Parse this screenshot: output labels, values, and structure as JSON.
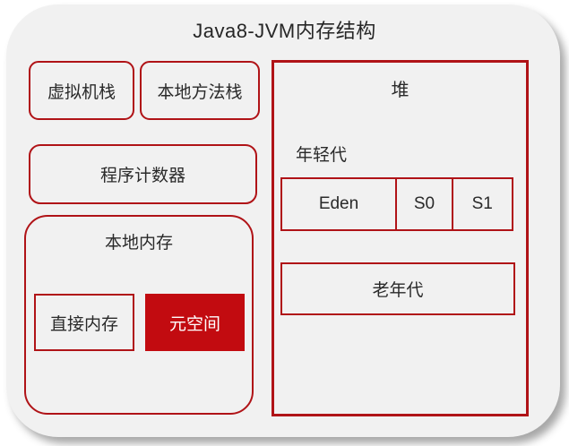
{
  "title": "Java8-JVM内存结构",
  "colors": {
    "border_red": "#b01317",
    "fill_red": "#c20b10",
    "panel_bg": "#f1f1f1",
    "text": "#2a2a2a",
    "metaspace_text": "#ffffff"
  },
  "thread_areas": {
    "vm_stack": "虚拟机栈",
    "native_method_stack": "本地方法栈",
    "program_counter": "程序计数器"
  },
  "native_memory": {
    "label": "本地内存",
    "direct_memory": "直接内存",
    "metaspace": "元空间"
  },
  "heap": {
    "label": "堆",
    "young_gen": {
      "label": "年轻代",
      "cells": [
        "Eden",
        "S0",
        "S1"
      ]
    },
    "old_gen": "老年代"
  }
}
